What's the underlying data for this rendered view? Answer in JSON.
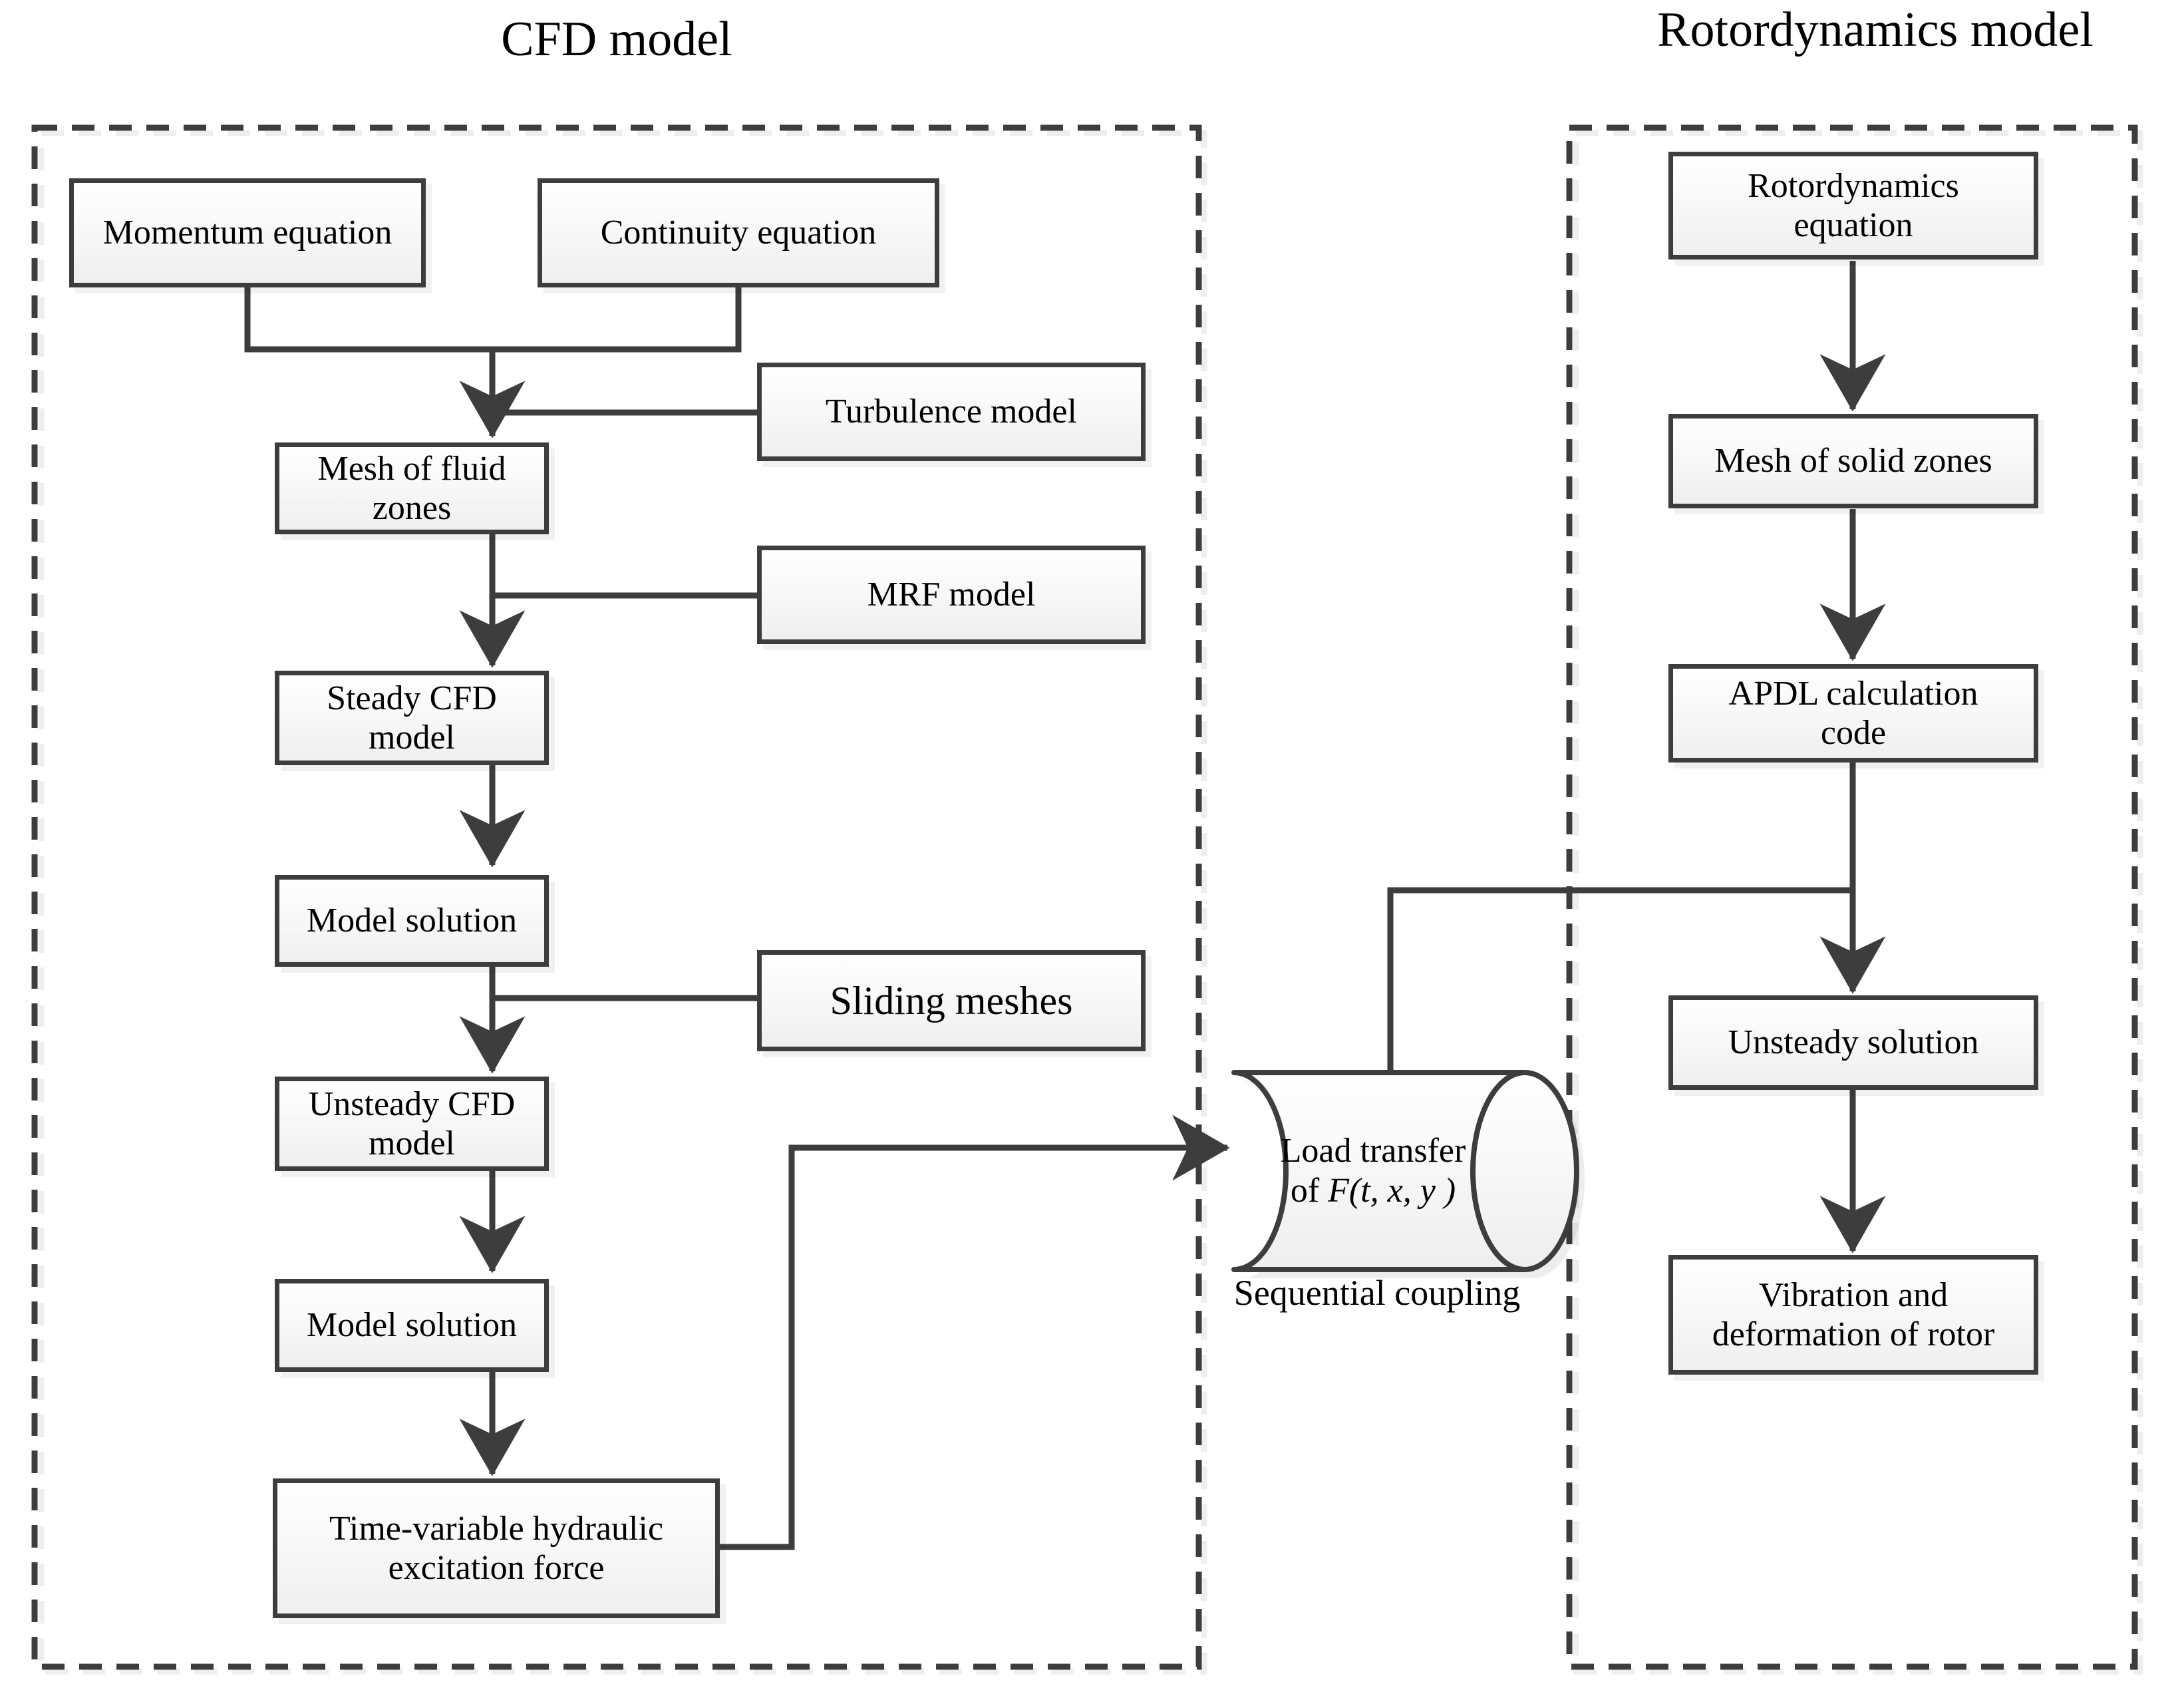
{
  "diagram": {
    "title_cfd": "CFD model",
    "title_rotor": "Rotordynamics model",
    "coupling_label": "Sequential coupling"
  },
  "cfd_group": {
    "label": "CFD model",
    "nodes": [
      {
        "id": "momentum",
        "label": "Momentum equation"
      },
      {
        "id": "continuity",
        "label": "Continuity equation"
      },
      {
        "id": "turbulence",
        "label": "Turbulence model"
      },
      {
        "id": "mesh_fluid",
        "label": "Mesh of fluid zones"
      },
      {
        "id": "mrf",
        "label": "MRF model"
      },
      {
        "id": "steady_cfd",
        "label": "Steady CFD model"
      },
      {
        "id": "model_solution_1",
        "label": "Model solution"
      },
      {
        "id": "sliding_meshes",
        "label": "Sliding meshes"
      },
      {
        "id": "unsteady_cfd",
        "label": "Unsteady CFD model"
      },
      {
        "id": "model_solution_2",
        "label": "Model solution"
      },
      {
        "id": "excitation_force_line1",
        "label": "Time-variable hydraulic"
      },
      {
        "id": "excitation_force_line2",
        "label": "excitation force"
      }
    ]
  },
  "coupling": {
    "line1": "Load transfer",
    "line2_prefix": "of ",
    "line2_fn": "F",
    "line2_args": "(t, x, y )",
    "caption": "Sequential coupling"
  },
  "rotor_group": {
    "label": "Rotordynamics model",
    "nodes": [
      {
        "id": "rotor_eq_line1",
        "label": "Rotordynamics"
      },
      {
        "id": "rotor_eq_line2",
        "label": "equation"
      },
      {
        "id": "mesh_solid",
        "label": "Mesh of solid zones"
      },
      {
        "id": "apdl_line1",
        "label": "APDL calculation"
      },
      {
        "id": "apdl_line2",
        "label": "code"
      },
      {
        "id": "unsteady_sol",
        "label": "Unsteady solution"
      },
      {
        "id": "vibration_line1",
        "label": "Vibration and"
      },
      {
        "id": "vibration_line2",
        "label": "deformation of rotor"
      }
    ]
  },
  "colors": {
    "stroke": "#3d3d3d",
    "box_border": "#3d3d3d",
    "box_fill_top": "#fefefe",
    "box_fill_bottom": "#efefef",
    "text": "#000000",
    "background": "#ffffff"
  }
}
